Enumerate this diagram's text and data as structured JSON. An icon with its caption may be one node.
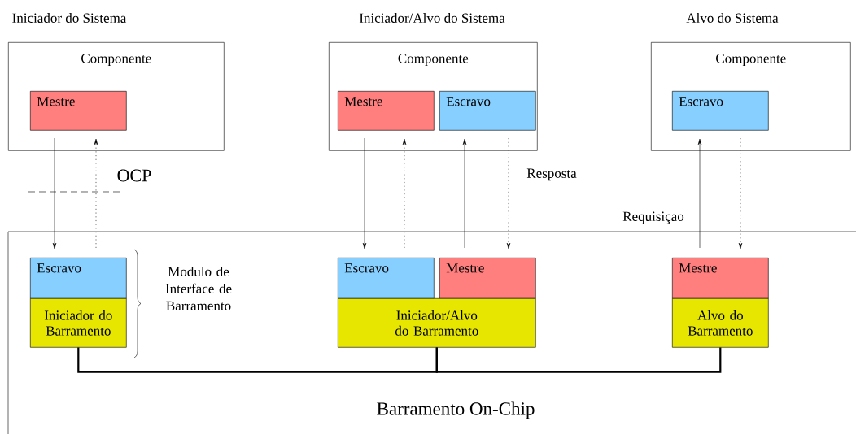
{
  "diagram": {
    "nodes": [
      {
        "text": [
          "Componente"
        ]
      },
      {
        "text": [
          "Mestre"
        ],
        "in": 0
      },
      {
        "text": [
          "Componente"
        ]
      },
      {
        "text": [
          "Mestre"
        ],
        "in": 2
      },
      {
        "text": [
          "Escravo"
        ],
        "in": 2
      },
      {
        "text": [
          "Componente"
        ]
      },
      {
        "text": [
          "Escravo"
        ],
        "in": 5
      },
      {
        "text": [],
        "shape": "box"
      },
      {
        "text": [
          "Escravo"
        ],
        "in": 7
      },
      {
        "text": [
          "Iniciador do Barramento"
        ],
        "in": 7
      },
      {
        "text": [
          "Escravo"
        ],
        "in": 7
      },
      {
        "text": [
          "Mestre"
        ],
        "in": 7
      },
      {
        "text": [
          "Iniciador/Alvo do Barramento"
        ],
        "in": 7
      },
      {
        "text": [
          "Mestre"
        ],
        "in": 7
      },
      {
        "text": [
          "Alvo do Barramento"
        ],
        "in": 7
      }
    ],
    "edges": [
      {
        "from": 1,
        "to": 8,
        "arrow": "to"
      },
      {
        "from": 8,
        "to": 1,
        "arrow": "to",
        "style": "dashed"
      },
      {
        "from": 3,
        "to": 10,
        "arrow": "to"
      },
      {
        "from": 10,
        "to": 3,
        "arrow": "to",
        "style": "dashed"
      },
      {
        "from": 11,
        "to": 4,
        "arrow": "to"
      },
      {
        "from": 4,
        "to": 11,
        "arrow": "to",
        "style": "dashed"
      },
      {
        "from": 13,
        "to": 6,
        "arrow": "to"
      },
      {
        "from": 6,
        "to": 13,
        "arrow": "to",
        "style": "dashed"
      },
      {
        "from": 9,
        "to": 12,
        "arrow": "none",
        "style": "thick"
      },
      {
        "from": 12,
        "to": 14,
        "arrow": "none",
        "style": "thick"
      }
    ],
    "labels": [
      "Iniciador do Sistema",
      "Iniciador/Alvo do Sistema",
      "Alvo do Sistema",
      "OCP",
      "Resposta",
      "Requisiçao",
      "Modulo de Interface de Barramento",
      "Barramento On-Chip"
    ]
  }
}
